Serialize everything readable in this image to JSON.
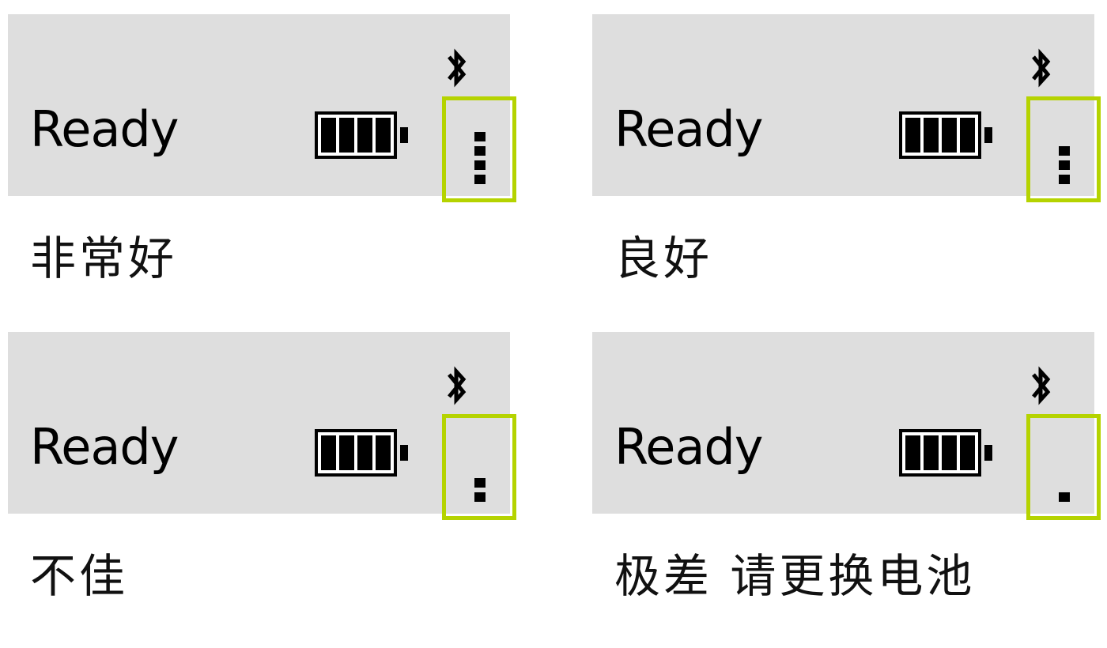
{
  "panels": [
    {
      "status_text": "Ready",
      "signal_bars": 4,
      "battery_cells": 4,
      "caption": "非常好"
    },
    {
      "status_text": "Ready",
      "signal_bars": 3,
      "battery_cells": 4,
      "caption": "良好"
    },
    {
      "status_text": "Ready",
      "signal_bars": 2,
      "battery_cells": 4,
      "caption": "不佳"
    },
    {
      "status_text": "Ready",
      "signal_bars": 1,
      "battery_cells": 4,
      "caption": "极差 请更换电池"
    }
  ],
  "icons": {
    "bluetooth": "bluetooth-icon",
    "battery": "battery-icon",
    "signal": "signal-strength-icon"
  },
  "colors": {
    "lcd_background": "#dedede",
    "highlight": "#b5d300",
    "glyph": "#000000"
  }
}
